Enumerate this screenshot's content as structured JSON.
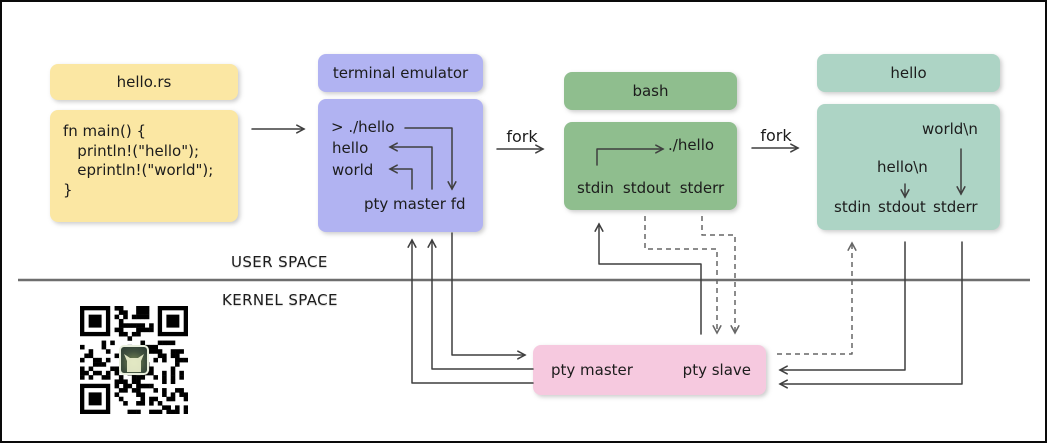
{
  "colors": {
    "yellow": "#FBE7A3",
    "purple": "#B1B3F2",
    "green": "#8FBE8E",
    "teal": "#ADD4C5",
    "pink": "#F6C9DF",
    "line": "#3f3f3f",
    "dash": "#666666",
    "text": "#1c1c1c"
  },
  "source": {
    "title": "hello.rs",
    "code": [
      "fn main() {",
      "   println!(\"hello\");",
      "   eprintln!(\"world\");",
      "}"
    ]
  },
  "terminal": {
    "title": "terminal emulator",
    "line1": "> ./hello",
    "line2": "hello",
    "line3": "world",
    "fd_label": "pty master fd"
  },
  "forks": {
    "bash": "fork",
    "hello": "fork"
  },
  "bash": {
    "title": "bash",
    "exec_label": "./hello",
    "fds": [
      "stdin",
      "stdout",
      "stderr"
    ]
  },
  "hello": {
    "title": "hello",
    "stderr_write": "world\\n",
    "stdout_write": "hello\\n",
    "fds": [
      "stdin",
      "stdout",
      "stderr"
    ]
  },
  "spaces": {
    "user": "USER SPACE",
    "kernel": "KERNEL SPACE"
  },
  "pty": {
    "master": "pty master",
    "slave": "pty slave"
  }
}
